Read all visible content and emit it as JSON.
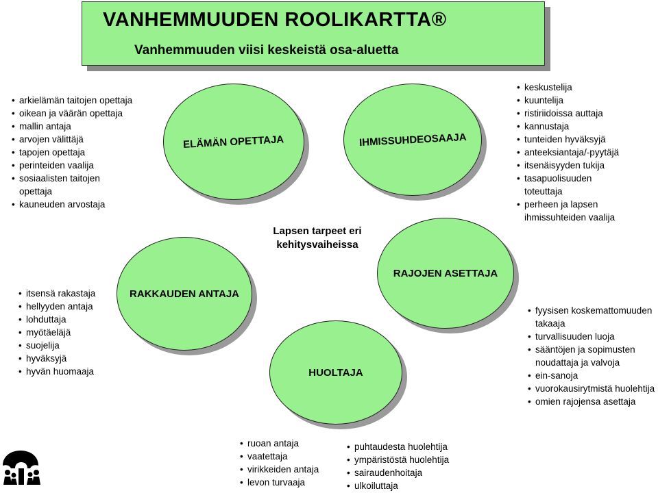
{
  "header": {
    "title": "VANHEMMUUDEN ROOLIKARTTA®",
    "subtitle": "Vanhemmuuden viisi keskeistä osa-aluetta"
  },
  "center": {
    "line1": "Lapsen tarpeet eri",
    "line2": "kehitysvaiheissa"
  },
  "colors": {
    "node_fill": "#98f08f",
    "shadow": "#9a9a9a"
  },
  "roles": {
    "elaman_opettaja": {
      "label": "ELÄMÄN OPETTAJA",
      "items": [
        "arkielämän taitojen opettaja",
        "oikean ja väärän opettaja",
        "mallin antaja",
        "arvojen välittäjä",
        "tapojen opettaja",
        "perinteiden vaalija",
        "sosiaalisten taitojen\nopettaja",
        "kauneuden arvostaja"
      ]
    },
    "ihmissuhdeosaaja": {
      "label": "IHMISSUHDEOSAAJA",
      "items": [
        "keskustelija",
        "kuuntelija",
        "ristiriidoissa auttaja",
        "kannustaja",
        "tunteiden hyväksyjä",
        "anteeksiantaja/-pyytäjä",
        "itsenäisyyden tukija",
        "tasapuolisuuden\ntoteuttaja",
        "perheen ja lapsen\nihmissuhteiden vaalija"
      ]
    },
    "rakkauden_antaja": {
      "label": "RAKKAUDEN ANTAJA",
      "items": [
        "itsensä rakastaja",
        "hellyyden antaja",
        "lohduttaja",
        "myötäeläjä",
        "suojelija",
        "hyväksyjä",
        "hyvän huomaaja"
      ]
    },
    "rajojen_asettaja": {
      "label": "RAJOJEN ASETTAJA",
      "items": [
        "fyysisen koskemattomuuden\ntakaaja",
        "turvallisuuden luoja",
        "sääntöjen ja sopimusten\nnoudattaja ja valvoja",
        "ein-sanoja",
        "vuorokausirytmistä huolehtija",
        "omien rajojensa asettaja"
      ]
    },
    "huoltaja": {
      "label": "HUOLTAJA",
      "items_left": [
        "ruoan antaja",
        "vaatettaja",
        "virikkeiden antaja",
        "levon turvaaja"
      ],
      "items_right": [
        "puhtaudesta huolehtija",
        "ympäristöstä huolehtija",
        "sairaudenhoitaja",
        "ulkoiluttaja"
      ]
    }
  }
}
